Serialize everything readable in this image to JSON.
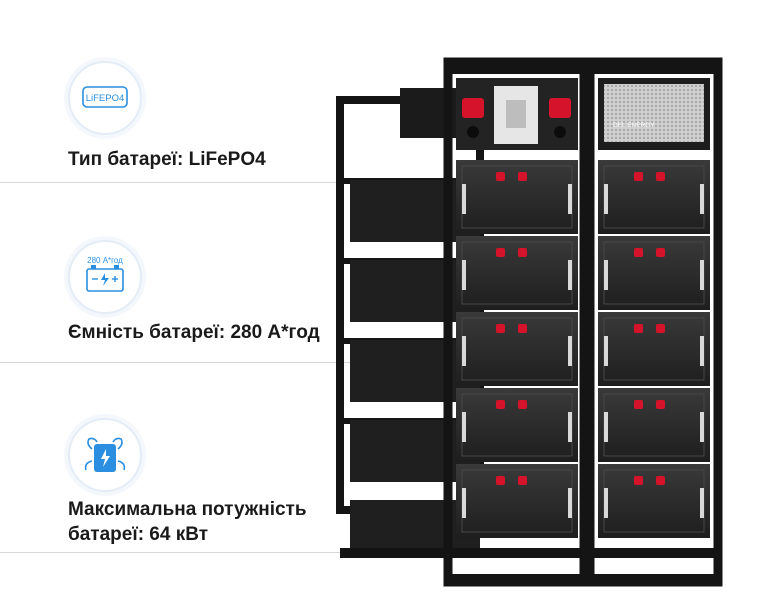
{
  "features": [
    {
      "icon": "lifepo4-badge-icon",
      "icon_text": "LiFEPO4",
      "text": "Тип батареї: LiFePO4"
    },
    {
      "icon": "battery-capacity-icon",
      "icon_text": "280 А*год",
      "text": "Ємність батареї: 280 А*год"
    },
    {
      "icon": "battery-power-icon",
      "text_line1": "Максимальна потужність",
      "text_line2": "батареї: 64 кВт"
    }
  ],
  "rack": {
    "brand_label": "DEL ENERGY"
  },
  "colors": {
    "accent": "#2a8fe0",
    "frame": "#141414",
    "terminal_red": "#d5142b"
  }
}
